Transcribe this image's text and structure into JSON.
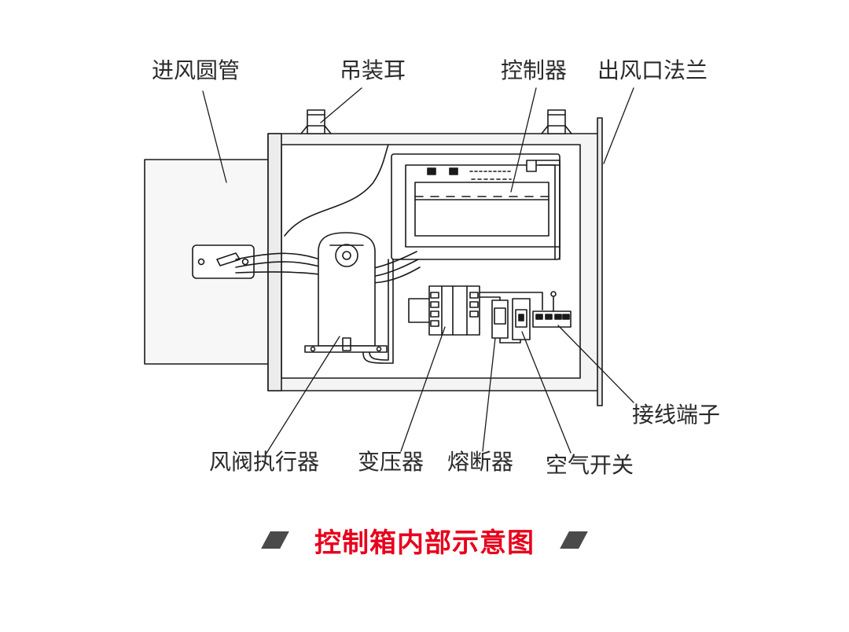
{
  "labels": {
    "inlet_pipe": "进风圆管",
    "lifting_lug": "吊装耳",
    "controller": "控制器",
    "outlet_flange": "出风口法兰",
    "terminal_block": "接线端子",
    "damper_actuator": "风阀执行器",
    "transformer": "变压器",
    "fuse": "熔断器",
    "air_switch": "空气开关"
  },
  "caption": {
    "title": "控制箱内部示意图",
    "title_color": "#e8001c",
    "decoration_color": "#4a4a4a"
  },
  "colors": {
    "line": "#1a1a1a",
    "box_fill": "#f4f4f4",
    "pipe_fill": "#f7f7f7"
  }
}
